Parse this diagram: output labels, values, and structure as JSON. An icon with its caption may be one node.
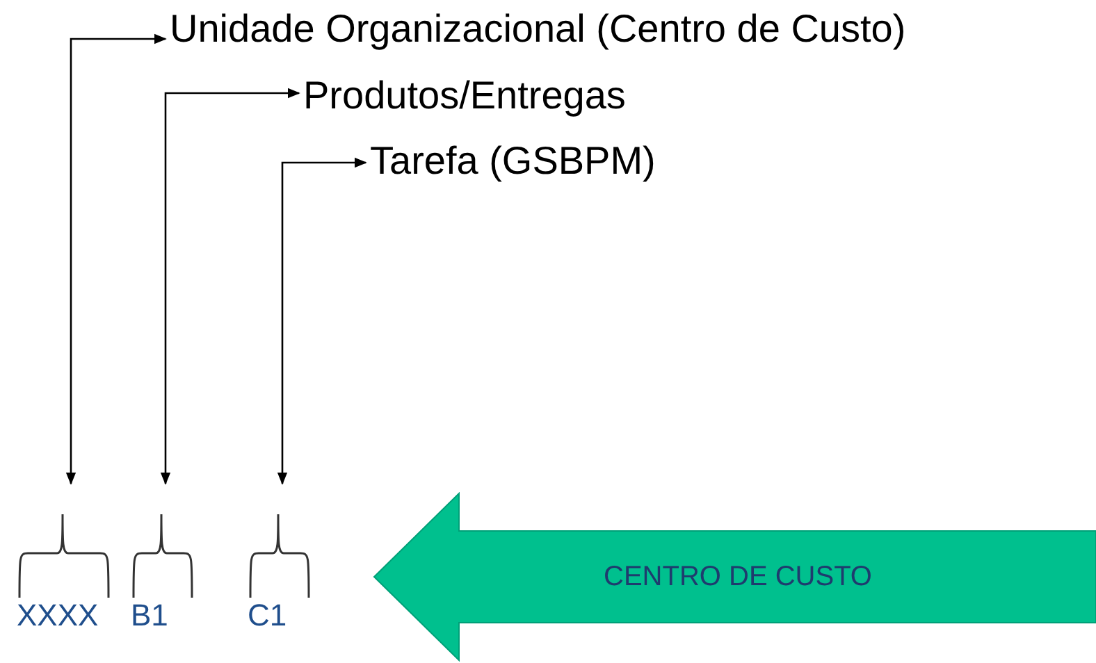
{
  "diagram": {
    "nodes": [
      {
        "text": [
          "Unidade Organizacional (Centro de Custo)"
        ]
      },
      {
        "text": [
          "Produtos/Entregas"
        ]
      },
      {
        "text": [
          "Tarefa (GSBPM)"
        ]
      },
      {
        "text": [
          "XXXX"
        ]
      },
      {
        "text": [
          "B1"
        ]
      },
      {
        "text": [
          "C1"
        ]
      },
      {
        "text": [
          "CENTRO DE CUSTO"
        ]
      }
    ],
    "edges": [
      {
        "from": 3,
        "to": 0,
        "arrow": "both"
      },
      {
        "from": 4,
        "to": 1,
        "arrow": "both"
      },
      {
        "from": 5,
        "to": 2,
        "arrow": "both"
      }
    ]
  }
}
